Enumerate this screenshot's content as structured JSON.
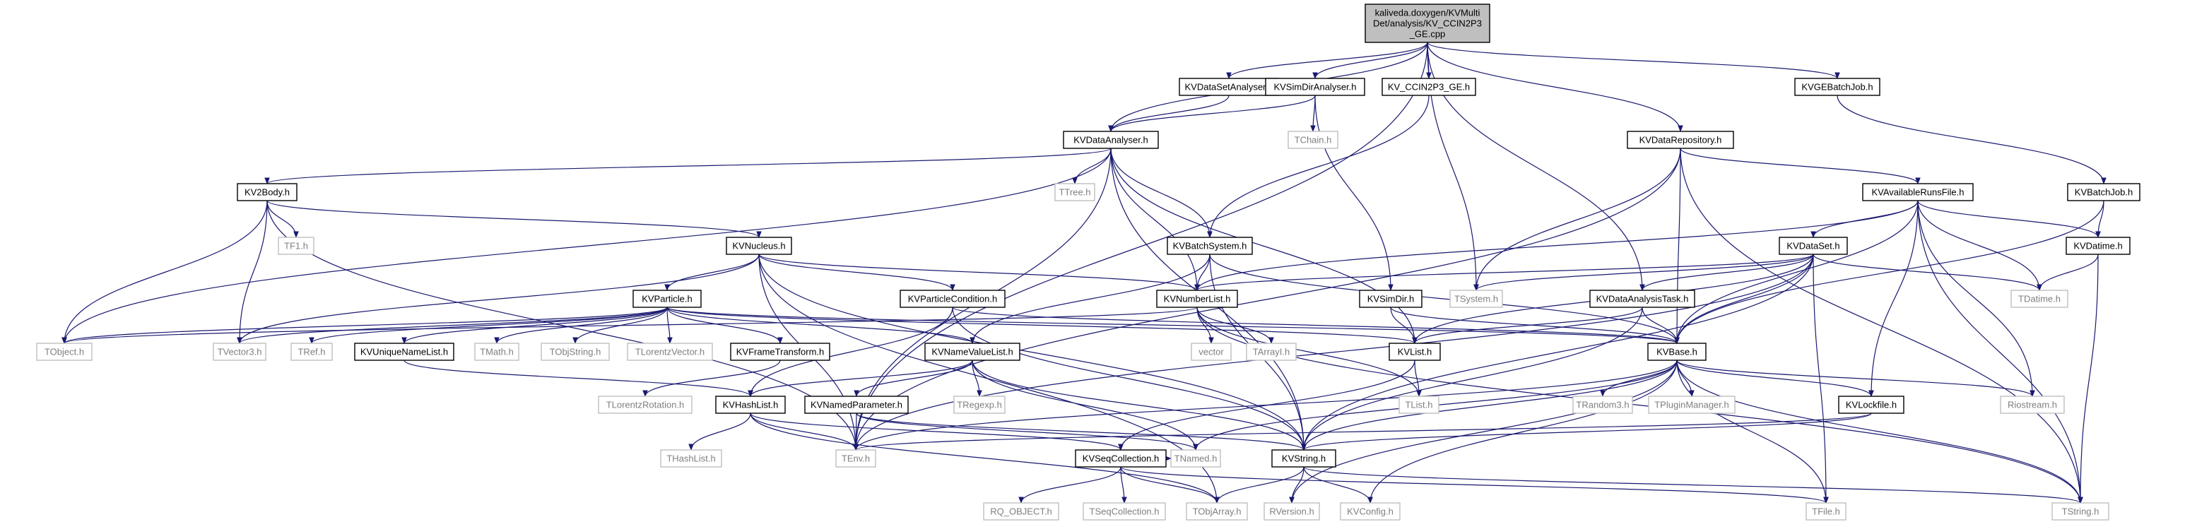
{
  "diagram": {
    "root": {
      "id": "root",
      "lines": [
        "kaliveda.doxygen/KVMulti",
        "Det/analysis/KV_CCIN2P3",
        "_GE.cpp"
      ]
    },
    "nodes": [
      {
        "id": "KVDataSetAnalyser",
        "label": "KVDataSetAnalyser.h"
      },
      {
        "id": "KVSimDirAnalyser",
        "label": "KVSimDirAnalyser.h"
      },
      {
        "id": "KV_CCIN2P3_GE",
        "label": "KV_CCIN2P3_GE.h"
      },
      {
        "id": "KVGEBatchJob",
        "label": "KVGEBatchJob.h"
      },
      {
        "id": "KVDataAnalyser",
        "label": "KVDataAnalyser.h"
      },
      {
        "id": "TChain",
        "label": "TChain.h",
        "external": true
      },
      {
        "id": "KVDataRepository",
        "label": "KVDataRepository.h"
      },
      {
        "id": "KV2Body",
        "label": "KV2Body.h"
      },
      {
        "id": "TTree",
        "label": "TTree.h",
        "external": true
      },
      {
        "id": "KVAvailableRunsFile",
        "label": "KVAvailableRunsFile.h"
      },
      {
        "id": "KVBatchJob",
        "label": "KVBatchJob.h"
      },
      {
        "id": "TF1",
        "label": "TF1.h",
        "external": true
      },
      {
        "id": "KVNucleus",
        "label": "KVNucleus.h"
      },
      {
        "id": "KVBatchSystem",
        "label": "KVBatchSystem.h"
      },
      {
        "id": "KVDataSet",
        "label": "KVDataSet.h"
      },
      {
        "id": "KVDatime",
        "label": "KVDatime.h"
      },
      {
        "id": "KVParticle",
        "label": "KVParticle.h"
      },
      {
        "id": "KVParticleCondition",
        "label": "KVParticleCondition.h"
      },
      {
        "id": "KVNumberList",
        "label": "KVNumberList.h"
      },
      {
        "id": "KVSimDir",
        "label": "KVSimDir.h"
      },
      {
        "id": "KVDataAnalysisTask",
        "label": "KVDataAnalysisTask.h"
      },
      {
        "id": "TSystem",
        "label": "TSystem.h",
        "external": true
      },
      {
        "id": "TDatime",
        "label": "TDatime.h",
        "external": true
      },
      {
        "id": "TObject",
        "label": "TObject.h",
        "external": true
      },
      {
        "id": "TVector3",
        "label": "TVector3.h",
        "external": true
      },
      {
        "id": "TRef",
        "label": "TRef.h",
        "external": true
      },
      {
        "id": "KVUniqueNameList",
        "label": "KVUniqueNameList.h"
      },
      {
        "id": "TMath",
        "label": "TMath.h",
        "external": true
      },
      {
        "id": "TObjString",
        "label": "TObjString.h",
        "external": true
      },
      {
        "id": "TLorentzVector",
        "label": "TLorentzVector.h",
        "external": true
      },
      {
        "id": "KVFrameTransform",
        "label": "KVFrameTransform.h"
      },
      {
        "id": "KVNameValueList",
        "label": "KVNameValueList.h"
      },
      {
        "id": "vector",
        "label": "vector",
        "external": true
      },
      {
        "id": "TArrayI",
        "label": "TArrayI.h",
        "external": true
      },
      {
        "id": "KVList",
        "label": "KVList.h"
      },
      {
        "id": "KVBase",
        "label": "KVBase.h"
      },
      {
        "id": "TLorentzRotation",
        "label": "TLorentzRotation.h",
        "external": true
      },
      {
        "id": "KVHashList",
        "label": "KVHashList.h"
      },
      {
        "id": "KVNamedParameter",
        "label": "KVNamedParameter.h"
      },
      {
        "id": "TRegexp",
        "label": "TRegexp.h",
        "external": true
      },
      {
        "id": "TList",
        "label": "TList.h",
        "external": true
      },
      {
        "id": "TRandom3",
        "label": "TRandom3.h",
        "external": true
      },
      {
        "id": "TPluginManager",
        "label": "TPluginManager.h",
        "external": true
      },
      {
        "id": "KVLockfile",
        "label": "KVLockfile.h"
      },
      {
        "id": "Riostream",
        "label": "Riostream.h",
        "external": true
      },
      {
        "id": "THashList",
        "label": "THashList.h",
        "external": true
      },
      {
        "id": "TEnv",
        "label": "TEnv.h",
        "external": true
      },
      {
        "id": "TNamed",
        "label": "TNamed.h",
        "external": true
      },
      {
        "id": "KVSeqCollection",
        "label": "KVSeqCollection.h"
      },
      {
        "id": "KVString",
        "label": "KVString.h"
      },
      {
        "id": "RQ_OBJECT",
        "label": "RQ_OBJECT.h",
        "external": true
      },
      {
        "id": "TSeqCollection",
        "label": "TSeqCollection.h",
        "external": true
      },
      {
        "id": "TObjArray",
        "label": "TObjArray.h",
        "external": true
      },
      {
        "id": "RVersion",
        "label": "RVersion.h",
        "external": true
      },
      {
        "id": "KVConfig",
        "label": "KVConfig.h",
        "external": true
      },
      {
        "id": "TFile",
        "label": "TFile.h",
        "external": true
      },
      {
        "id": "TString",
        "label": "TString.h",
        "external": true
      }
    ],
    "edges": [
      [
        "root",
        "KVDataSetAnalyser"
      ],
      [
        "root",
        "KVSimDirAnalyser"
      ],
      [
        "root",
        "KV_CCIN2P3_GE"
      ],
      [
        "root",
        "KVGEBatchJob"
      ],
      [
        "root",
        "KVDataAnalyser"
      ],
      [
        "root",
        "KVDataRepository"
      ],
      [
        "root",
        "TSystem"
      ],
      [
        "root",
        "KVDataAnalysisTask"
      ],
      [
        "root",
        "TEnv"
      ],
      [
        "KVDataSetAnalyser",
        "KVDataAnalyser"
      ],
      [
        "KVSimDirAnalyser",
        "KVDataAnalyser"
      ],
      [
        "KVSimDirAnalyser",
        "TChain"
      ],
      [
        "KVSimDirAnalyser",
        "KVSimDir"
      ],
      [
        "KV_CCIN2P3_GE",
        "KVBatchSystem"
      ],
      [
        "KVGEBatchJob",
        "KVBatchJob"
      ],
      [
        "KVDataAnalyser",
        "KV2Body"
      ],
      [
        "KVDataAnalyser",
        "TTree"
      ],
      [
        "KVDataAnalyser",
        "KVBatchSystem"
      ],
      [
        "KVDataAnalyser",
        "KVNumberList"
      ],
      [
        "KVDataAnalyser",
        "KVString"
      ],
      [
        "KVDataAnalyser",
        "KVList"
      ],
      [
        "KVDataAnalyser",
        "TObject"
      ],
      [
        "KVDataAnalyser",
        "TEnv"
      ],
      [
        "KVDataRepository",
        "KVAvailableRunsFile"
      ],
      [
        "KVDataRepository",
        "TSystem"
      ],
      [
        "KVDataRepository",
        "KVBase"
      ],
      [
        "KVDataRepository",
        "TString"
      ],
      [
        "KVDataRepository",
        "TEnv"
      ],
      [
        "KV2Body",
        "KVNucleus"
      ],
      [
        "KV2Body",
        "TF1"
      ],
      [
        "KV2Body",
        "TObject"
      ],
      [
        "KV2Body",
        "TVector3"
      ],
      [
        "KV2Body",
        "TEnv"
      ],
      [
        "KVAvailableRunsFile",
        "KVDataSet"
      ],
      [
        "KVAvailableRunsFile",
        "KVDatime"
      ],
      [
        "KVAvailableRunsFile",
        "KVNumberList"
      ],
      [
        "KVAvailableRunsFile",
        "KVLockfile"
      ],
      [
        "KVAvailableRunsFile",
        "TDatime"
      ],
      [
        "KVAvailableRunsFile",
        "Riostream"
      ],
      [
        "KVAvailableRunsFile",
        "TString"
      ],
      [
        "KVAvailableRunsFile",
        "KVBase"
      ],
      [
        "KVBatchJob",
        "KVDatime"
      ],
      [
        "KVBatchJob",
        "KVBase"
      ],
      [
        "KVNucleus",
        "KVParticle"
      ],
      [
        "KVNucleus",
        "KVParticleCondition"
      ],
      [
        "KVNucleus",
        "KVNumberList"
      ],
      [
        "KVNucleus",
        "TVector3"
      ],
      [
        "KVNucleus",
        "KVString"
      ],
      [
        "KVNucleus",
        "TEnv"
      ],
      [
        "KVNucleus",
        "TObjArray"
      ],
      [
        "KVBatchSystem",
        "KVNumberList"
      ],
      [
        "KVBatchSystem",
        "KVNameValueList"
      ],
      [
        "KVBatchSystem",
        "KVBase"
      ],
      [
        "KVBatchSystem",
        "KVString"
      ],
      [
        "KVDataSet",
        "KVDataAnalysisTask"
      ],
      [
        "KVDataSet",
        "KVNumberList"
      ],
      [
        "KVDataSet",
        "TSystem"
      ],
      [
        "KVDataSet",
        "TDatime"
      ],
      [
        "KVDataSet",
        "KVList"
      ],
      [
        "KVDataSet",
        "KVBase"
      ],
      [
        "KVDataSet",
        "KVString"
      ],
      [
        "KVDataSet",
        "TFile"
      ],
      [
        "KVDataSet",
        "TEnv"
      ],
      [
        "KVDatime",
        "TDatime"
      ],
      [
        "KVDatime",
        "TString"
      ],
      [
        "KVParticle",
        "TVector3"
      ],
      [
        "KVParticle",
        "TRef"
      ],
      [
        "KVParticle",
        "KVUniqueNameList"
      ],
      [
        "KVParticle",
        "TMath"
      ],
      [
        "KVParticle",
        "TObjString"
      ],
      [
        "KVParticle",
        "TLorentzVector"
      ],
      [
        "KVParticle",
        "KVFrameTransform"
      ],
      [
        "KVParticle",
        "KVNameValueList"
      ],
      [
        "KVParticle",
        "KVList"
      ],
      [
        "KVParticle",
        "KVBase"
      ],
      [
        "KVParticle",
        "TObject"
      ],
      [
        "KVParticleCondition",
        "KVHashList"
      ],
      [
        "KVParticleCondition",
        "KVBase"
      ],
      [
        "KVParticleCondition",
        "KVString"
      ],
      [
        "KVNumberList",
        "vector"
      ],
      [
        "KVNumberList",
        "TArrayI"
      ],
      [
        "KVNumberList",
        "TList"
      ],
      [
        "KVNumberList",
        "TString"
      ],
      [
        "KVNumberList",
        "TObject"
      ],
      [
        "KVSimDir",
        "KVList"
      ],
      [
        "KVSimDir",
        "KVBase"
      ],
      [
        "KVDataAnalysisTask",
        "KVList"
      ],
      [
        "KVDataAnalysisTask",
        "KVBase"
      ],
      [
        "KVDataAnalysisTask",
        "KVString"
      ],
      [
        "KVUniqueNameList",
        "KVHashList"
      ],
      [
        "KVFrameTransform",
        "TLorentzRotation"
      ],
      [
        "KVNameValueList",
        "KVHashList"
      ],
      [
        "KVNameValueList",
        "KVNamedParameter"
      ],
      [
        "KVNameValueList",
        "TRegexp"
      ],
      [
        "KVNameValueList",
        "KVString"
      ],
      [
        "KVNameValueList",
        "TNamed"
      ],
      [
        "KVList",
        "TList"
      ],
      [
        "KVList",
        "KVSeqCollection"
      ],
      [
        "KVBase",
        "TRandom3"
      ],
      [
        "KVBase",
        "TPluginManager"
      ],
      [
        "KVBase",
        "KVLockfile"
      ],
      [
        "KVBase",
        "Riostream"
      ],
      [
        "KVBase",
        "TEnv"
      ],
      [
        "KVBase",
        "TNamed"
      ],
      [
        "KVBase",
        "KVString"
      ],
      [
        "KVBase",
        "RVersion"
      ],
      [
        "KVBase",
        "KVConfig"
      ],
      [
        "KVBase",
        "TFile"
      ],
      [
        "KVBase",
        "TString"
      ],
      [
        "KVHashList",
        "THashList"
      ],
      [
        "KVHashList",
        "TEnv"
      ],
      [
        "KVHashList",
        "KVSeqCollection"
      ],
      [
        "KVHashList",
        "TObjArray"
      ],
      [
        "KVNamedParameter",
        "TEnv"
      ],
      [
        "KVNamedParameter",
        "KVString"
      ],
      [
        "KVNamedParameter",
        "TNamed"
      ],
      [
        "KVLockfile",
        "KVString"
      ],
      [
        "KVLockfile",
        "TEnv"
      ],
      [
        "KVSeqCollection",
        "RQ_OBJECT"
      ],
      [
        "KVSeqCollection",
        "TSeqCollection"
      ],
      [
        "KVSeqCollection",
        "TObjArray"
      ],
      [
        "KVSeqCollection",
        "TFile"
      ],
      [
        "KVSeqCollection",
        "TNamed"
      ],
      [
        "KVString",
        "TObjArray"
      ],
      [
        "KVString",
        "RVersion"
      ],
      [
        "KVString",
        "KVConfig"
      ],
      [
        "KVString",
        "TString"
      ]
    ]
  }
}
